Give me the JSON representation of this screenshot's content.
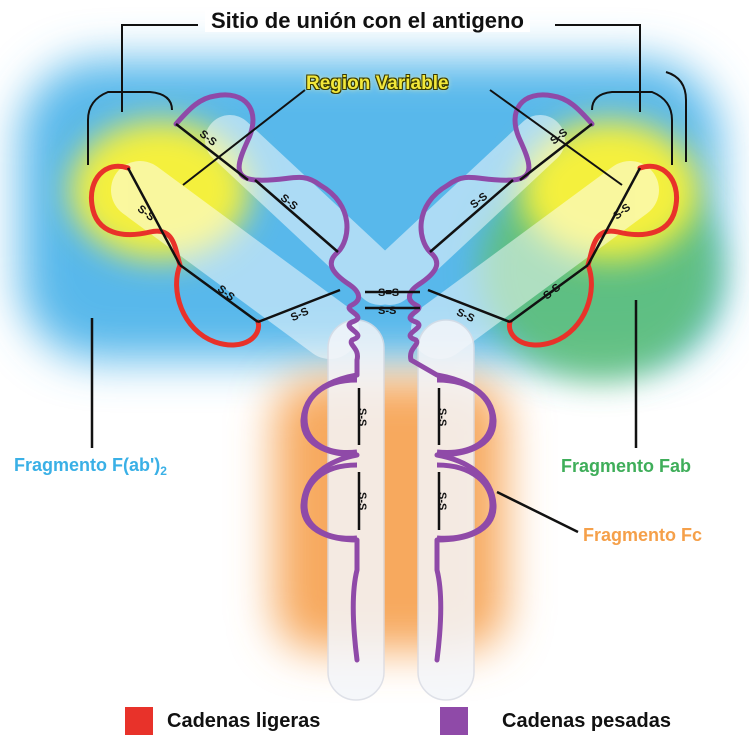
{
  "title": "Sitio de unión con el antigeno",
  "region_label": "Region Variable",
  "fragments": {
    "fab2_main": "Fragmento F(ab')",
    "fab2_sub": "2",
    "fab": "Fragmento Fab",
    "fc": "Fragmento Fc"
  },
  "legend": [
    {
      "label": "Cadenas ligeras",
      "color": "#e8322a"
    },
    {
      "label": "Cadenas pesadas",
      "color": "#8f4aa8"
    }
  ],
  "colors": {
    "light_chain": "#e8322a",
    "heavy_chain": "#8f4aa8",
    "fab2_region": "#3ab0e6",
    "fab_region": "#3fae5a",
    "fc_region": "#f5a04a",
    "variable_region": "#f2ee3a"
  },
  "disulfide_label": "S-S",
  "hinge_disulfide_label": "S=S"
}
